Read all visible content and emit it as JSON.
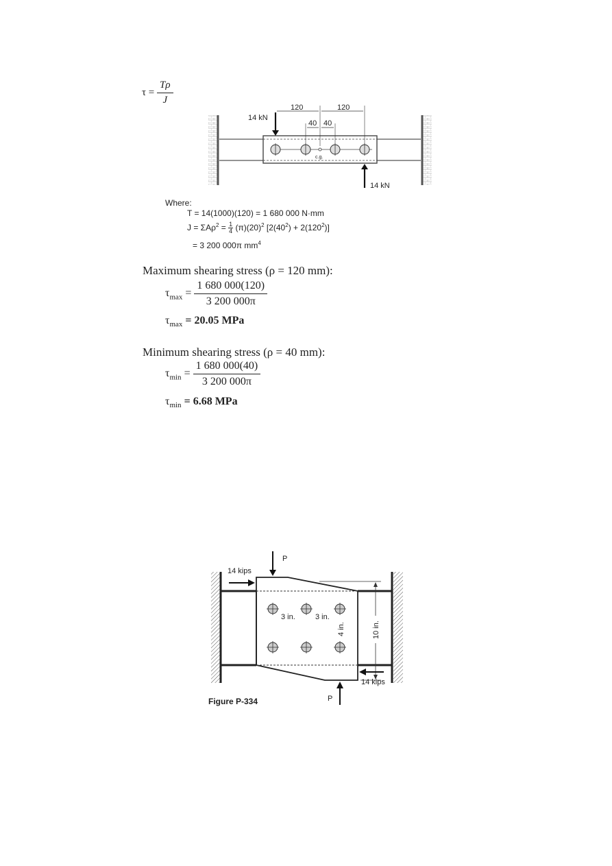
{
  "formula": {
    "lhs": "τ =",
    "numerator": "Tρ",
    "denominator": "J"
  },
  "fig1": {
    "load_top": "14 kN",
    "load_bottom": "14 kN",
    "dim_left": "120",
    "dim_right": "120",
    "dim_inner_left": "40",
    "dim_inner_right": "40",
    "cg_label": "c.g."
  },
  "where": {
    "label": "Where:",
    "t_line": "T = 14(1000)(120) = 1 680 000 N·mm",
    "j_line_a": "J = ΣAρ",
    "j_line_b": "=",
    "j_frac_num": "1",
    "j_frac_den": "4",
    "j_line_c": "(π)(20)",
    "j_line_d": "[2(40",
    "j_line_e": ") + 2(120",
    "j_line_f": ")]",
    "sq": "2",
    "j_result": "= 3 200 000π mm",
    "j_result_exp": "4"
  },
  "max": {
    "heading": "Maximum shearing stress (ρ = 120 mm):",
    "tau": "τ",
    "sub": "max",
    "eq": "=",
    "numerator": "1 680 000(120)",
    "denominator": "3 200 000π",
    "result_prefix": "=",
    "result": "20.05 MPa"
  },
  "min": {
    "heading": "Minimum shearing stress (ρ = 40 mm):",
    "tau": "τ",
    "sub": "min",
    "eq": "=",
    "numerator": "1 680 000(40)",
    "denominator": "3 200 000π",
    "result_prefix": "=",
    "result": "6.68 MPa"
  },
  "fig2": {
    "p_top": "P",
    "p_bottom": "P",
    "load_left": "14 kips",
    "load_right": "14 kips",
    "dim_3a": "3 in.",
    "dim_3b": "3 in.",
    "dim_4": "4 in.",
    "dim_10": "10 in.",
    "caption": "Figure P-334"
  }
}
